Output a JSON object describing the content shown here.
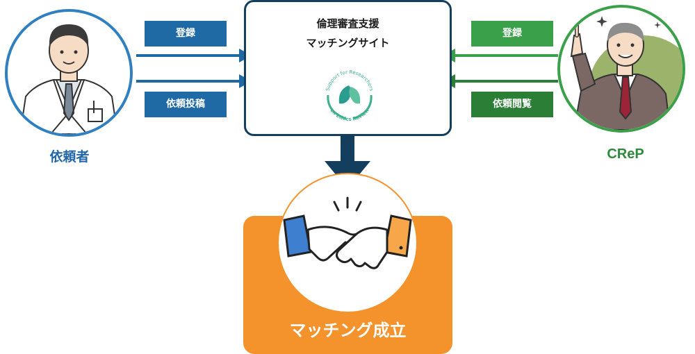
{
  "requester": {
    "label": "依頼者",
    "actions": [
      "登録",
      "依頼投稿"
    ]
  },
  "center": {
    "title_line1": "倫理審査支援",
    "title_line2": "マッチングサイト",
    "logo_text_top": "Support for Researchers",
    "logo_text_bottom": "on Ethics Review"
  },
  "crep": {
    "label": "CReP",
    "actions": [
      "登録",
      "依頼閲覧"
    ]
  },
  "result": {
    "label": "マッチング成立"
  },
  "colors": {
    "blue": "#1f6aa5",
    "green": "#3aa04a",
    "dark_green": "#2b7e36",
    "navy": "#143e5e",
    "orange": "#f4922b"
  }
}
